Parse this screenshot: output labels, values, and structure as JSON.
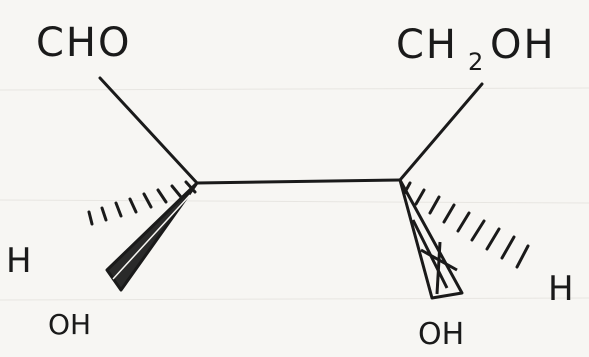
{
  "molecule": {
    "left_top_group": "CHO",
    "right_top_group": "CH",
    "right_top_subscript": "2",
    "right_top_suffix": "OH",
    "left_hash_atom": "H",
    "left_wedge_group": "OH",
    "right_hash_atom": "H",
    "right_wedge_group": "OH"
  },
  "colors": {
    "paper": "#f7f6f3",
    "ink": "#1a1a1a"
  }
}
